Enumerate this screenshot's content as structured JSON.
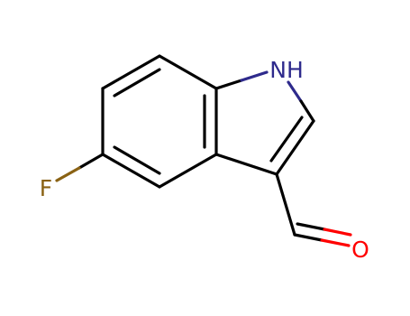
{
  "molecule": {
    "atoms": {
      "nh": {
        "text": "NH",
        "color": "#2e2a8c"
      },
      "f": {
        "text": "F",
        "color": "#8a6214"
      },
      "o": {
        "text": "O",
        "color": "#ff0000"
      }
    },
    "bond_color": "#000000"
  }
}
